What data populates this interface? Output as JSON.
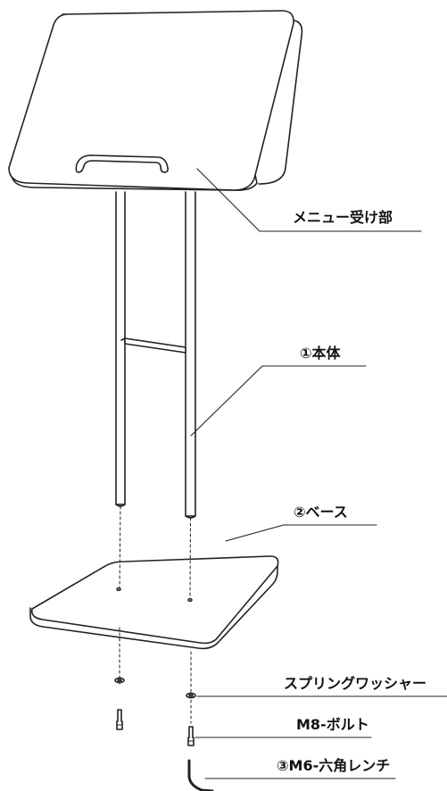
{
  "labels": {
    "menu_holder": "メニュー受け部",
    "body": "①本体",
    "base": "②ベース",
    "spring_washer": "スプリングワッシャー",
    "bolt": "M8-ボルト",
    "hex_wrench": "③M6-六角レンチ"
  },
  "colors": {
    "stroke": "#222222",
    "fill": "#ffffff"
  }
}
